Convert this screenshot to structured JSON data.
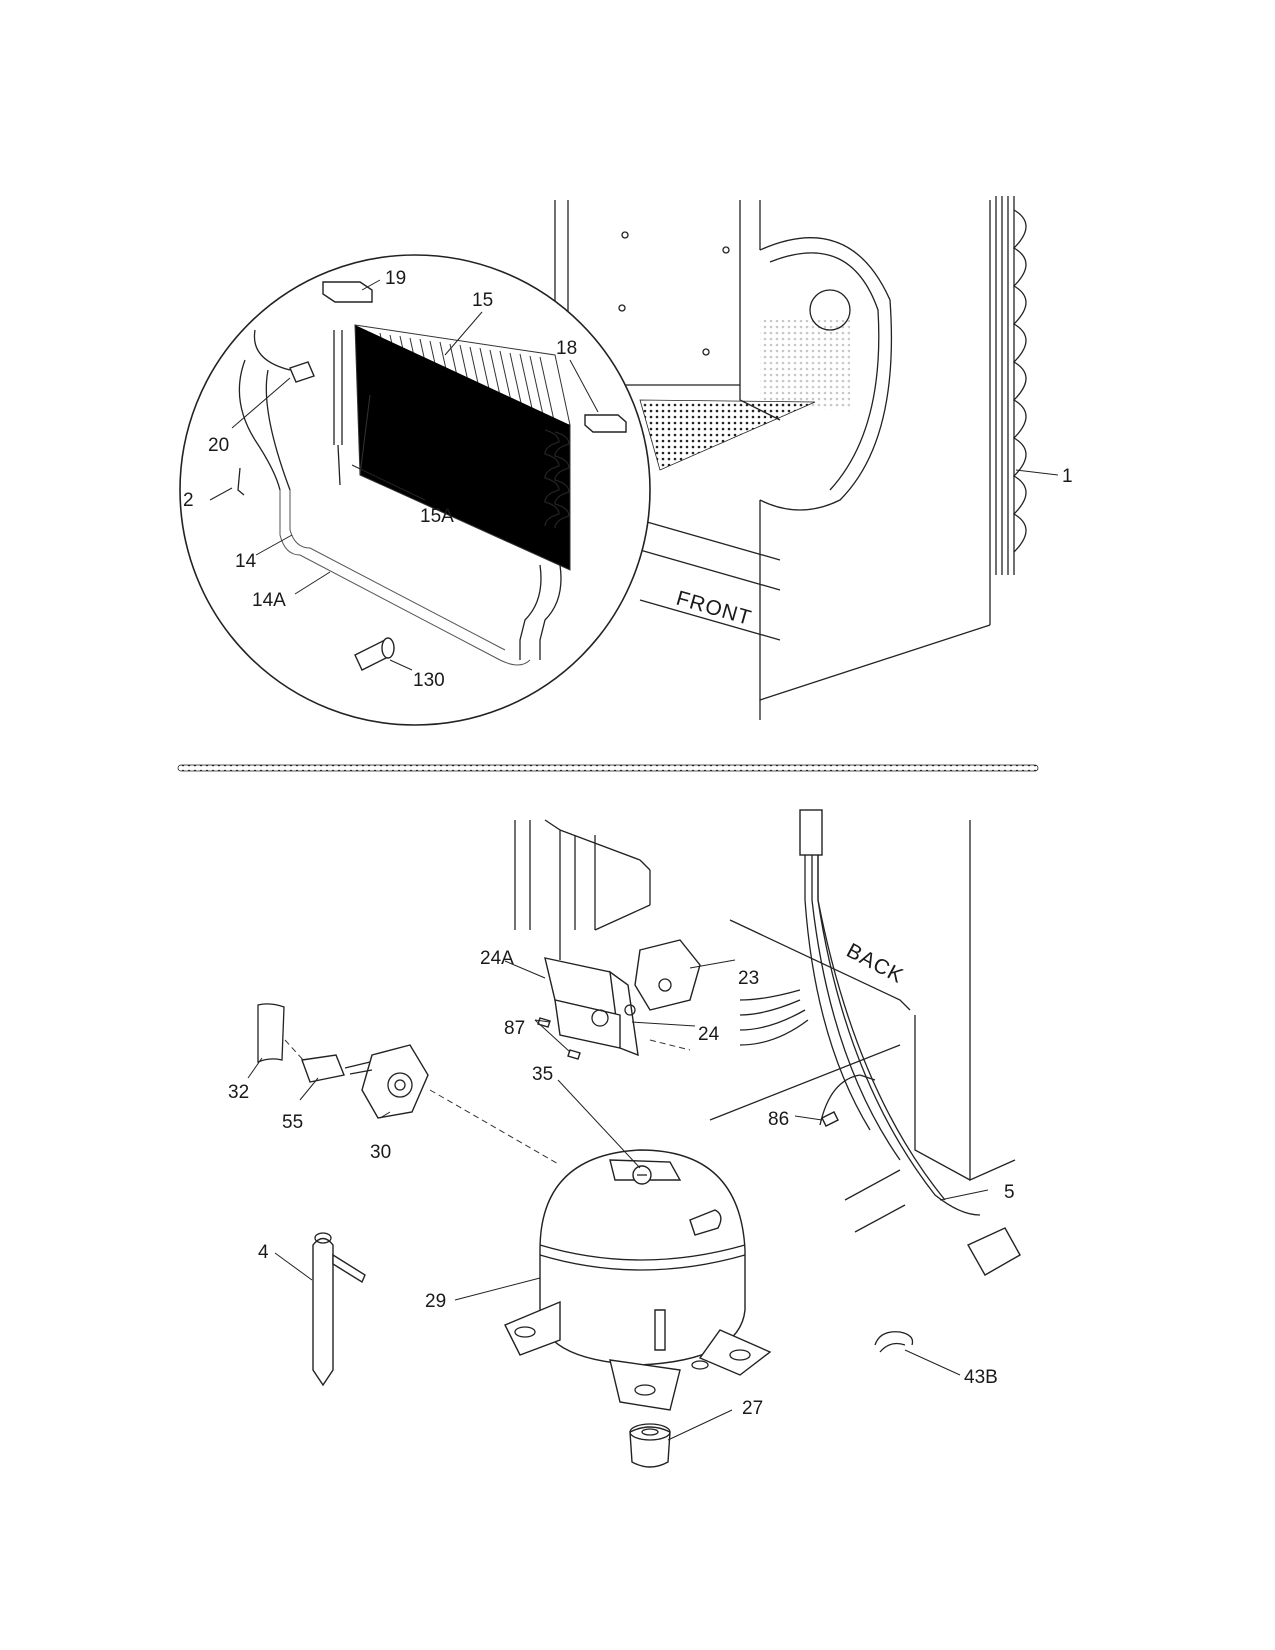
{
  "callouts": {
    "c1": "1",
    "c2": "2",
    "c14": "14",
    "c14a": "14A",
    "c15": "15",
    "c15a": "15A",
    "c18": "18",
    "c19": "19",
    "c20": "20",
    "c130": "130",
    "c23": "23",
    "c24": "24",
    "c24a": "24A",
    "c87": "87",
    "c32": "32",
    "c55": "55",
    "c30": "30",
    "c35": "35",
    "c86": "86",
    "c5": "5",
    "c4": "4",
    "c29": "29",
    "c27": "27",
    "c43b": "43B"
  },
  "words": {
    "front": "FRONT",
    "back": "BACK"
  }
}
